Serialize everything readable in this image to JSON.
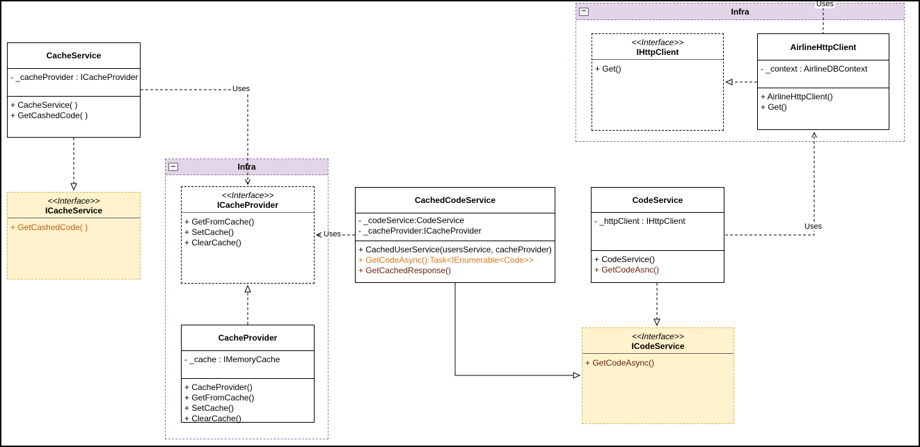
{
  "containers": {
    "infra_middle": {
      "title": "Infra"
    },
    "infra_right": {
      "title": "Infra"
    }
  },
  "classes": {
    "cache_service": {
      "title": "CacheService",
      "attributes": [
        "- _cacheProvider : ICacheProvider"
      ],
      "methods": [
        "+ CacheService( )",
        "+ GetCashedCode( )"
      ]
    },
    "i_cache_service": {
      "stereotype": "<<Interface>>",
      "title": "ICacheService",
      "methods": [
        "+ GetCashedCode( )"
      ]
    },
    "i_cache_provider": {
      "stereotype": "<<Interface>>",
      "title": "ICacheProvider",
      "methods": [
        "+ GetFromCache()",
        "+ SetCache()",
        "+ ClearCache()"
      ]
    },
    "cache_provider": {
      "title": "CacheProvider",
      "attributes": [
        "- _cache : IMemoryCache"
      ],
      "methods": [
        "+ CacheProvider()",
        "+ GetFromCache()",
        "+ SetCache()",
        "+ ClearCache()"
      ]
    },
    "cached_code_service": {
      "title": "CachedCodeService",
      "attributes": [
        "- _codeService:CodeService",
        "- _cacheProvider:ICacheProvider"
      ],
      "methods": [
        "+ CachedUserService(usersService, cacheProvider)",
        "+ GetCodeAsync():Task<IEnumerable<Code>>",
        "+ GetCachedResponse()"
      ]
    },
    "code_service": {
      "title": "CodeService",
      "attributes": [
        "- _httpClient : IHttpClient"
      ],
      "methods": [
        "+ CodeService()",
        "+ GetCodeAsnc()"
      ]
    },
    "i_code_service": {
      "stereotype": "<<Interface>>",
      "title": "ICodeService",
      "methods": [
        "+ GetCodeAsync()"
      ]
    },
    "i_http_client": {
      "stereotype": "<<Interface>>",
      "title": "IHttpClient",
      "methods": [
        "+ Get()"
      ]
    },
    "airline_http_client": {
      "title": "AirlineHttpClient",
      "attributes": [
        "- _context : AirlineDBContext"
      ],
      "methods": [
        "+ AirlineHttpClient()",
        "+ Get()"
      ]
    }
  },
  "edges": {
    "cacheservice_uses_icacheprovider": {
      "label": "Uses"
    },
    "cachedcodeservice_uses_icacheprovider": {
      "label": "Uses"
    },
    "codeservice_uses_airlinehttpclient": {
      "label": "Uses"
    },
    "airlinehttpclient_uses_top": {
      "label": "Uses"
    }
  },
  "icons": {
    "collapse_minus": "−"
  },
  "colors": {
    "container_header_fill": "#E1D5E7",
    "container_border": "#9673A6",
    "interface_fill": "#FFF2CC",
    "interface_border": "#D6B656",
    "method_orange": "#E0791B",
    "method_dark_orange": "#BD6310",
    "method_maroon": "#66230E"
  }
}
